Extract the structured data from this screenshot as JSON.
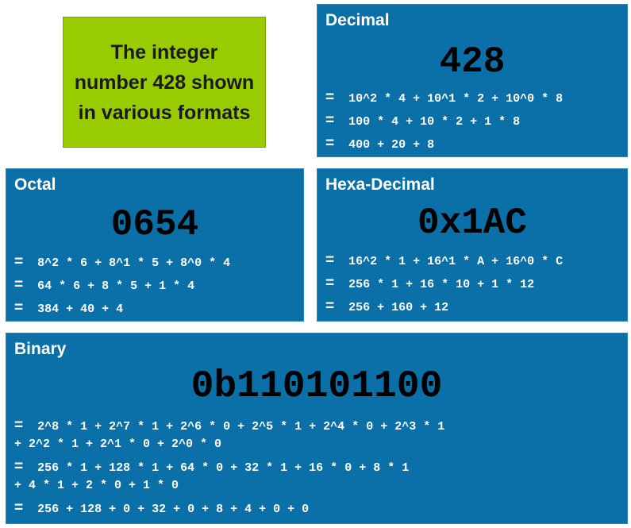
{
  "caption": "The integer number 428 shown in various formats",
  "decimal": {
    "title": "Decimal",
    "value": "428",
    "lines": [
      "10^2 * 4 + 10^1 * 2 + 10^0 * 8",
      "100 * 4 + 10 * 2 + 1 * 8",
      "400 + 20 + 8"
    ]
  },
  "octal": {
    "title": "Octal",
    "value": "0654",
    "lines": [
      "8^2 * 6 + 8^1 * 5 + 8^0 * 4",
      "64 * 6 + 8 * 5 + 1 * 4",
      "384 + 40 + 4"
    ]
  },
  "hex": {
    "title": "Hexa-Decimal",
    "value": "0x1AC",
    "lines": [
      "16^2 * 1 + 16^1 * A + 16^0 * C",
      "256 * 1 + 16 * 10 + 1 * 12",
      "256 + 160 + 12"
    ]
  },
  "binary": {
    "title": "Binary",
    "value": "0b110101100",
    "lines": [
      "2^8 * 1 + 2^7 * 1 + 2^6 * 0 + 2^5 * 1 + 2^4 * 0 + 2^3 * 1",
      "+ 2^2 * 1 + 2^1 * 0 + 2^0 * 0",
      "256 * 1 + 128 * 1 + 64 * 0 + 32 * 1 + 16 * 0 + 8 * 1",
      "+ 4 * 1 + 2 * 0 + 1 * 0",
      "256 + 128 + 0 + 32 + 0 + 8 + 4 + 0 + 0"
    ]
  },
  "equals": "=",
  "colors": {
    "panel": "#0b6fa8",
    "caption_box": "#99cc00",
    "value_text": "#000000",
    "panel_text": "#ffffff"
  }
}
